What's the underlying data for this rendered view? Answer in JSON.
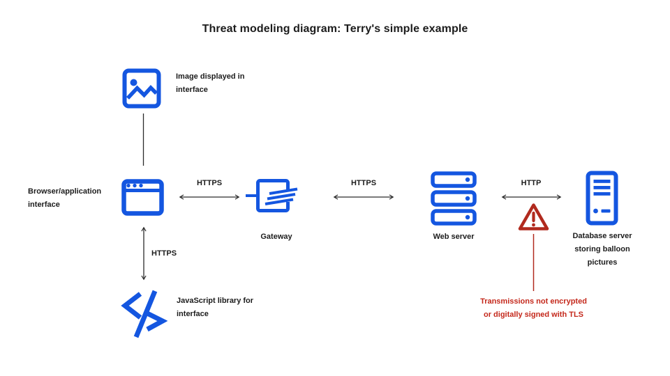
{
  "title": "Threat modeling diagram: Terry's simple example",
  "colors": {
    "blue": "#1456E0",
    "red": "#B12A1E",
    "red_text": "#C4281B",
    "ink": "#1C1C1C",
    "line": "#2B2B2B",
    "bg": "#FFFFFF"
  },
  "nodes": {
    "image": {
      "label": [
        "Image displayed in",
        "interface"
      ],
      "icon": "picture-icon"
    },
    "browser": {
      "label": [
        "Browser/application",
        "interface"
      ],
      "icon": "browser-window-icon"
    },
    "gateway": {
      "label": "Gateway",
      "icon": "gateway-icon"
    },
    "web_server": {
      "label": "Web server",
      "icon": "server-stack-icon"
    },
    "database": {
      "label": [
        "Database server",
        "storing balloon",
        "pictures"
      ],
      "icon": "tower-server-icon"
    },
    "js_library": {
      "label": [
        "JavaScript library for",
        "interface"
      ],
      "icon": "code-icon"
    }
  },
  "edges": {
    "browser_gateway": {
      "label": "HTTPS"
    },
    "gateway_web_server": {
      "label": "HTTPS"
    },
    "web_server_database": {
      "label": "HTTP"
    },
    "browser_js_library": {
      "label": "HTTPS"
    }
  },
  "threat": {
    "icon": "warning-triangle-icon",
    "label": [
      "Transmissions not",
      "encrypted or digitally",
      "signed with TLS"
    ]
  }
}
